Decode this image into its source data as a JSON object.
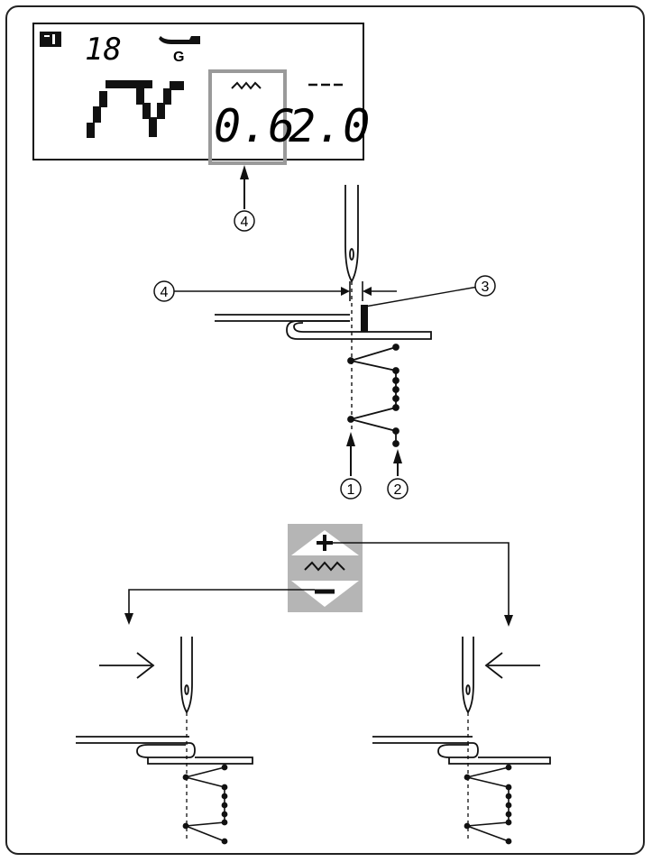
{
  "lcd": {
    "memory_icon": "memory-icon",
    "pattern_number": "18",
    "presser_foot": "G",
    "stitch_width": "0.6",
    "stitch_length": "2.0"
  },
  "callouts": {
    "c1": "①",
    "c2": "②",
    "c3": "③",
    "c4": "④"
  },
  "width_key": {
    "plus": "+",
    "minus": "−",
    "icon": "zigzag-icon"
  },
  "colors": {
    "line": "#111111",
    "key_bg": "#b5b5b5",
    "highlight": "#9a9a9a"
  }
}
